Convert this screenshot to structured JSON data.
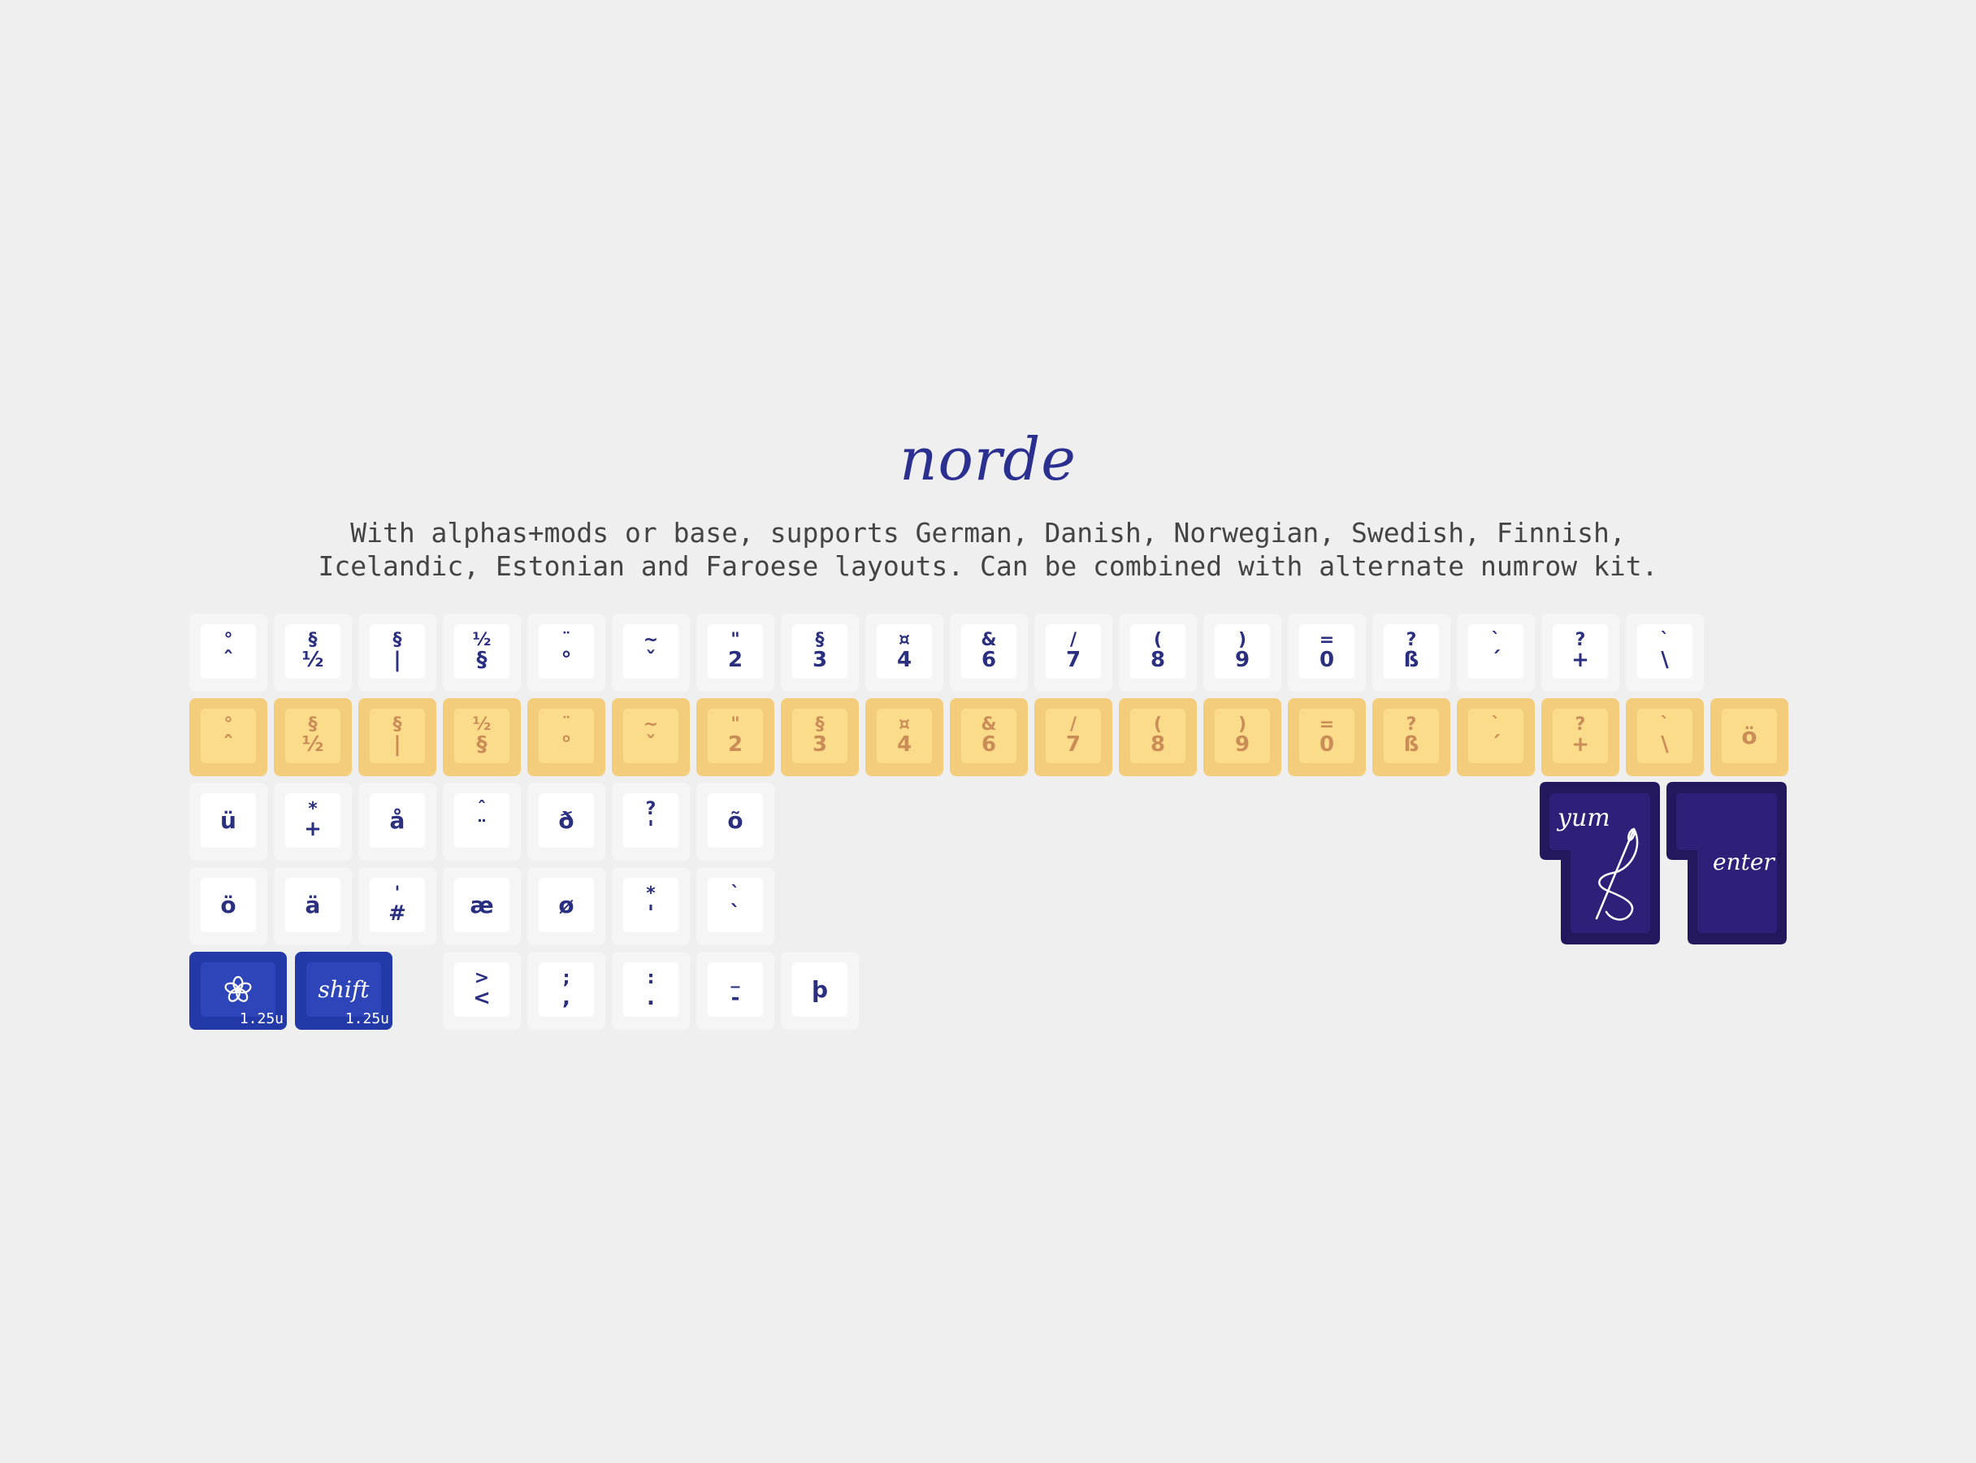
{
  "title": "norde",
  "description": [
    "With alphas+mods or base, supports German, Danish, Norwegian, Swedish, Finnish,",
    "Icelandic, Estonian and Faroese layouts. Can be combined with alternate numrow kit."
  ],
  "colors": {
    "background": "#efefef",
    "title": "#2b2f8f",
    "white_key": "#ffffff",
    "yellow_key": "#f3cd7b",
    "yellow_legend": "#cb8d57",
    "blue_key": "#2339a8",
    "purple_key": "#2a1c6e",
    "legend_dark": "#2b2f7f"
  },
  "rows": {
    "numrow_white": [
      [
        "°",
        "ˆ"
      ],
      [
        "§",
        "½"
      ],
      [
        "§",
        "|"
      ],
      [
        "½",
        "§"
      ],
      [
        "¨",
        "°"
      ],
      [
        "~",
        "ˇ"
      ],
      [
        "\"",
        "2"
      ],
      [
        "§",
        "3"
      ],
      [
        "¤",
        "4"
      ],
      [
        "&",
        "6"
      ],
      [
        "/",
        "7"
      ],
      [
        "(",
        "8"
      ],
      [
        ")",
        "9"
      ],
      [
        "=",
        "0"
      ],
      [
        "?",
        "ß"
      ],
      [
        "`",
        "´"
      ],
      [
        "?",
        "+"
      ],
      [
        "`",
        "\\"
      ]
    ],
    "numrow_yellow": [
      [
        "°",
        "ˆ"
      ],
      [
        "§",
        "½"
      ],
      [
        "§",
        "|"
      ],
      [
        "½",
        "§"
      ],
      [
        "¨",
        "°"
      ],
      [
        "~",
        "ˇ"
      ],
      [
        "\"",
        "2"
      ],
      [
        "§",
        "3"
      ],
      [
        "¤",
        "4"
      ],
      [
        "&",
        "6"
      ],
      [
        "/",
        "7"
      ],
      [
        "(",
        "8"
      ],
      [
        ")",
        "9"
      ],
      [
        "=",
        "0"
      ],
      [
        "?",
        "ß"
      ],
      [
        "`",
        "´"
      ],
      [
        "?",
        "+"
      ],
      [
        "`",
        "\\"
      ],
      [
        "ö"
      ]
    ],
    "alpha_row_1": [
      [
        "ü"
      ],
      [
        "*",
        "+"
      ],
      [
        "å"
      ],
      [
        "ˆ",
        "¨"
      ],
      [
        "ð"
      ],
      [
        "?",
        "'"
      ],
      [
        "õ"
      ]
    ],
    "alpha_row_2": [
      [
        "ö"
      ],
      [
        "ä"
      ],
      [
        "'",
        "#"
      ],
      [
        "æ"
      ],
      [
        "ø"
      ],
      [
        "*",
        "'"
      ],
      [
        "`",
        "`"
      ]
    ],
    "bottom_row": [
      [
        ">",
        "<"
      ],
      [
        ";",
        ","
      ],
      [
        ":",
        "."
      ],
      [
        "_",
        "-"
      ],
      [
        "þ"
      ]
    ]
  },
  "modifiers": {
    "flower_key": {
      "icon": "flower-icon",
      "size": "1.25u"
    },
    "shift_key": {
      "label": "shift",
      "size": "1.25u"
    }
  },
  "iso_keys": {
    "yum_key": {
      "label": "yum",
      "icon": "needle-thread-icon"
    },
    "enter_key": {
      "label": "enter"
    }
  }
}
